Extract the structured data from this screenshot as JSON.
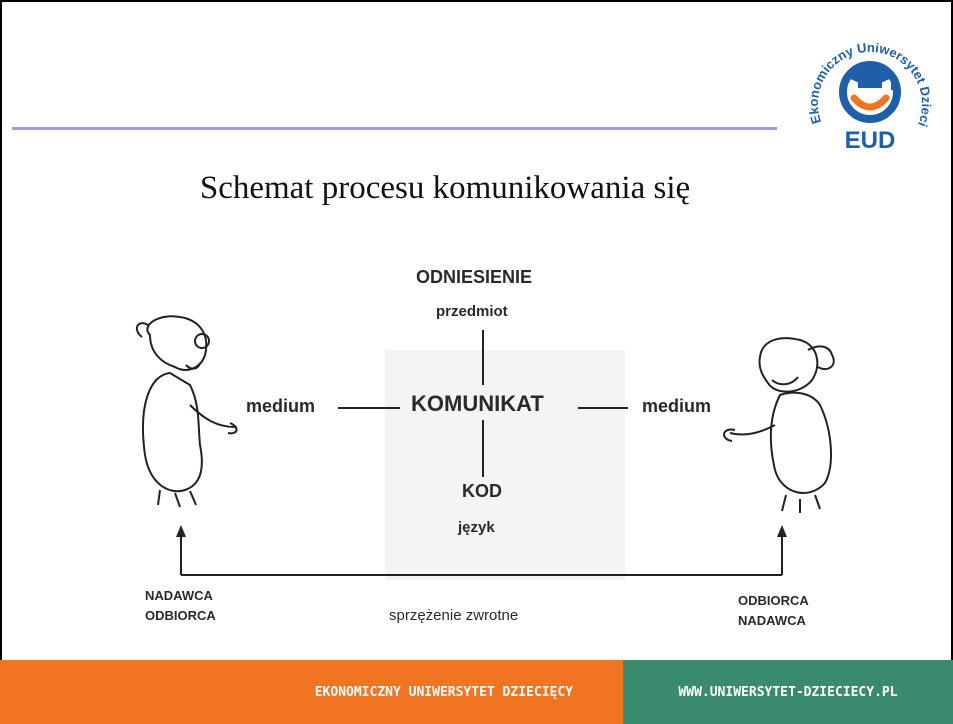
{
  "slide": {
    "title": "Schemat procesu komunikowania się",
    "logo": {
      "arc_text": "Ekonomiczny Uniwersytet Dziecięcy",
      "abbr": "EUD",
      "colors": {
        "blue": "#1f5fa8",
        "orange": "#f07422"
      }
    }
  },
  "diagram": {
    "top_title": "ODNIESIENIE",
    "top_sub": "przedmiot",
    "center": "KOMUNIKAT",
    "left_medium": "medium",
    "right_medium": "medium",
    "bottom_title": "KOD",
    "bottom_sub": "język",
    "left_role_1": "NADAWCA",
    "left_role_2": "ODBIORCA",
    "right_role_1": "ODBIORCA",
    "right_role_2": "NADAWCA",
    "feedback": "sprzężenie zwrotne"
  },
  "footer": {
    "left_text": "EKONOMICZNY UNIWERSYTET DZIECIĘCY",
    "right_text": "WWW.UNIWERSYTET-DZIECIECY.PL",
    "colors": {
      "left_bg": "#f07422",
      "right_bg": "#3a8a6e"
    }
  }
}
